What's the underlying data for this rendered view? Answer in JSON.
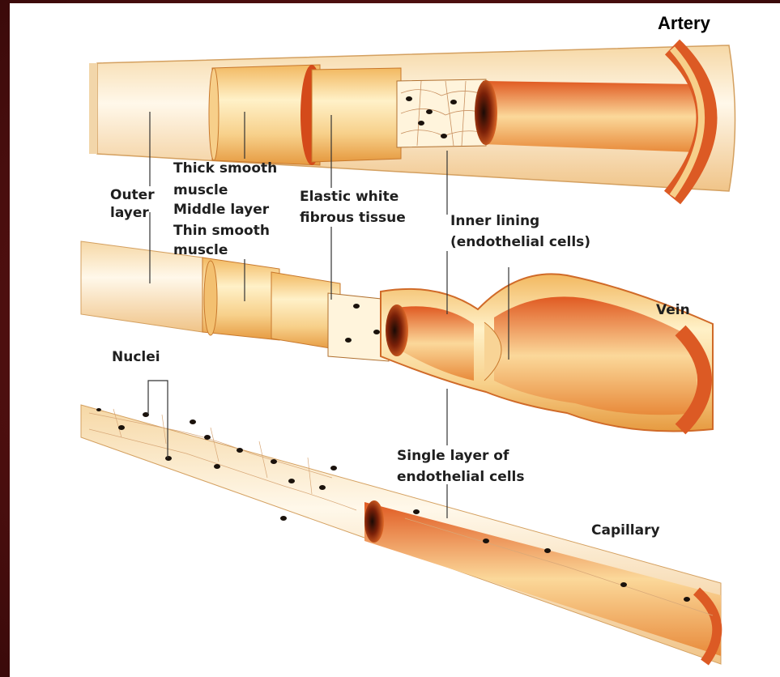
{
  "labels": {
    "artery": "Artery",
    "vein": "Vein",
    "capillary": "Capillary",
    "outer_layer_1": "Outer",
    "outer_layer_2": "layer",
    "thick_smooth": "Thick smooth",
    "muscle_1": "muscle",
    "middle_layer": "Middle layer",
    "thin_smooth": "Thin smooth",
    "muscle_2": "muscle",
    "elastic_1": "Elastic white",
    "elastic_2": "fibrous tissue",
    "inner_lining_1": "Inner lining",
    "inner_lining_2": "(endothelial cells)",
    "nuclei": "Nuclei",
    "single_layer_1": "Single layer of",
    "single_layer_2": "endothelial cells"
  },
  "colors": {
    "background_frame": "#5a1212",
    "panel": "#ffffff",
    "vessel_light": "#fbe0a8",
    "vessel_mid": "#f3c070",
    "vessel_dark": "#d9541e",
    "nucleus": "#2a1a10"
  }
}
